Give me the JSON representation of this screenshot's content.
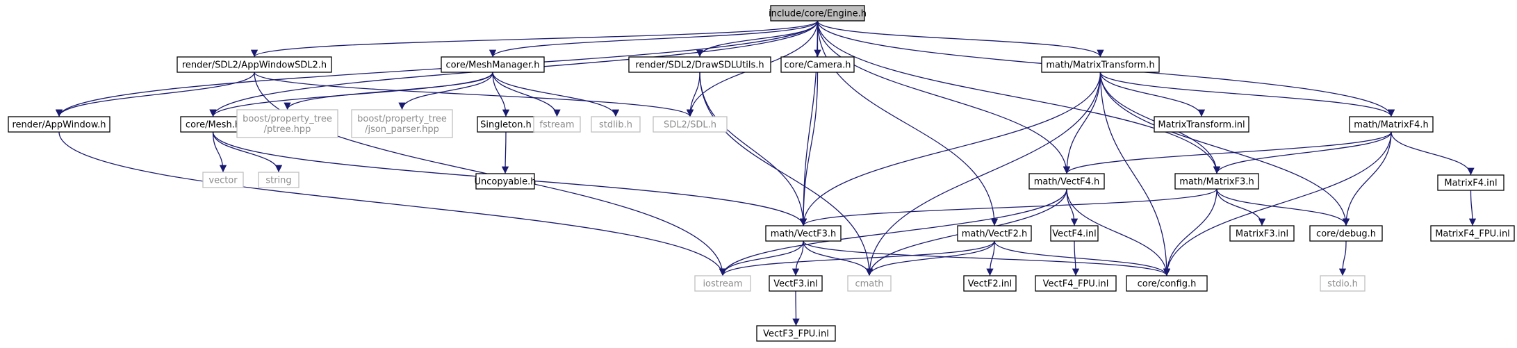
{
  "colors": {
    "edge": "#191970",
    "root_fill": "#bfbfbf",
    "system_border": "#bfbfbf",
    "system_text": "#8c8c8c"
  },
  "nodes": [
    {
      "id": "engine",
      "label": "include/core/Engine.h",
      "kind": "root"
    },
    {
      "id": "appwindowsdl2",
      "label": "render/SDL2/AppWindowSDL2.h",
      "kind": "local"
    },
    {
      "id": "meshmanager",
      "label": "core/MeshManager.h",
      "kind": "local"
    },
    {
      "id": "drawsdlutils",
      "label": "render/SDL2/DrawSDLUtils.h",
      "kind": "local"
    },
    {
      "id": "camera",
      "label": "core/Camera.h",
      "kind": "local"
    },
    {
      "id": "matrixtransform",
      "label": "math/MatrixTransform.h",
      "kind": "local"
    },
    {
      "id": "appwindow",
      "label": "render/AppWindow.h",
      "kind": "local"
    },
    {
      "id": "mesh",
      "label": "core/Mesh.h",
      "kind": "local"
    },
    {
      "id": "ptree",
      "label": "boost/property_tree\n/ptree.hpp",
      "kind": "system"
    },
    {
      "id": "json_parser",
      "label": "boost/property_tree\n/json_parser.hpp",
      "kind": "system"
    },
    {
      "id": "singleton",
      "label": "Singleton.h",
      "kind": "local"
    },
    {
      "id": "fstream",
      "label": "fstream",
      "kind": "system"
    },
    {
      "id": "stdlib",
      "label": "stdlib.h",
      "kind": "system"
    },
    {
      "id": "sdl",
      "label": "SDL2/SDL.h",
      "kind": "system"
    },
    {
      "id": "matrixtransform_inl",
      "label": "MatrixTransform.inl",
      "kind": "local"
    },
    {
      "id": "matrixf4",
      "label": "math/MatrixF4.h",
      "kind": "local"
    },
    {
      "id": "uncopyable",
      "label": "Uncopyable.h",
      "kind": "local"
    },
    {
      "id": "vector",
      "label": "vector",
      "kind": "system"
    },
    {
      "id": "string",
      "label": "string",
      "kind": "system"
    },
    {
      "id": "vectf4",
      "label": "math/VectF4.h",
      "kind": "local"
    },
    {
      "id": "matrixf3",
      "label": "math/MatrixF3.h",
      "kind": "local"
    },
    {
      "id": "matrixf4_inl",
      "label": "MatrixF4.inl",
      "kind": "local"
    },
    {
      "id": "vectf3",
      "label": "math/VectF3.h",
      "kind": "local"
    },
    {
      "id": "vectf2",
      "label": "math/VectF2.h",
      "kind": "local"
    },
    {
      "id": "vectf4_inl",
      "label": "VectF4.inl",
      "kind": "local"
    },
    {
      "id": "matrixf3_inl",
      "label": "MatrixF3.inl",
      "kind": "local"
    },
    {
      "id": "debug",
      "label": "core/debug.h",
      "kind": "local"
    },
    {
      "id": "matrixf4_fpu",
      "label": "MatrixF4_FPU.inl",
      "kind": "local"
    },
    {
      "id": "iostream",
      "label": "iostream",
      "kind": "system"
    },
    {
      "id": "vectf3_inl",
      "label": "VectF3.inl",
      "kind": "local"
    },
    {
      "id": "cmath",
      "label": "cmath",
      "kind": "system"
    },
    {
      "id": "vectf2_inl",
      "label": "VectF2.inl",
      "kind": "local"
    },
    {
      "id": "vectf4_fpu",
      "label": "VectF4_FPU.inl",
      "kind": "local"
    },
    {
      "id": "config",
      "label": "core/config.h",
      "kind": "local"
    },
    {
      "id": "stdio",
      "label": "stdio.h",
      "kind": "system"
    },
    {
      "id": "vectf3_fpu",
      "label": "VectF3_FPU.inl",
      "kind": "local"
    }
  ],
  "edges": [
    [
      "engine",
      "appwindowsdl2"
    ],
    [
      "engine",
      "meshmanager"
    ],
    [
      "engine",
      "drawsdlutils"
    ],
    [
      "engine",
      "camera"
    ],
    [
      "engine",
      "matrixtransform"
    ],
    [
      "engine",
      "appwindow"
    ],
    [
      "engine",
      "mesh"
    ],
    [
      "engine",
      "sdl"
    ],
    [
      "engine",
      "vectf3"
    ],
    [
      "engine",
      "vectf2"
    ],
    [
      "engine",
      "vectf4"
    ],
    [
      "engine",
      "matrixf3"
    ],
    [
      "engine",
      "matrixf4"
    ],
    [
      "appwindowsdl2",
      "appwindow"
    ],
    [
      "appwindowsdl2",
      "sdl"
    ],
    [
      "appwindowsdl2",
      "iostream"
    ],
    [
      "meshmanager",
      "mesh"
    ],
    [
      "meshmanager",
      "ptree"
    ],
    [
      "meshmanager",
      "json_parser"
    ],
    [
      "meshmanager",
      "singleton"
    ],
    [
      "meshmanager",
      "fstream"
    ],
    [
      "meshmanager",
      "stdlib"
    ],
    [
      "drawsdlutils",
      "sdl"
    ],
    [
      "drawsdlutils",
      "vectf3"
    ],
    [
      "drawsdlutils",
      "cmath"
    ],
    [
      "camera",
      "vectf3"
    ],
    [
      "matrixtransform",
      "matrixtransform_inl"
    ],
    [
      "matrixtransform",
      "matrixf4"
    ],
    [
      "matrixtransform",
      "vectf4"
    ],
    [
      "matrixtransform",
      "matrixf3"
    ],
    [
      "matrixtransform",
      "vectf3"
    ],
    [
      "matrixtransform",
      "cmath"
    ],
    [
      "matrixtransform",
      "config"
    ],
    [
      "matrixtransform",
      "debug"
    ],
    [
      "appwindow",
      "iostream"
    ],
    [
      "mesh",
      "vector"
    ],
    [
      "mesh",
      "string"
    ],
    [
      "mesh",
      "vectf3"
    ],
    [
      "singleton",
      "uncopyable"
    ],
    [
      "matrixf4",
      "vectf4"
    ],
    [
      "matrixf4",
      "matrixf3"
    ],
    [
      "matrixf4",
      "matrixf4_inl"
    ],
    [
      "matrixf4",
      "debug"
    ],
    [
      "matrixf4",
      "config"
    ],
    [
      "vectf4",
      "vectf4_inl"
    ],
    [
      "vectf4",
      "iostream"
    ],
    [
      "vectf4",
      "cmath"
    ],
    [
      "vectf4",
      "config"
    ],
    [
      "matrixf3",
      "vectf3"
    ],
    [
      "matrixf3",
      "matrixf3_inl"
    ],
    [
      "matrixf3",
      "debug"
    ],
    [
      "matrixf3",
      "config"
    ],
    [
      "matrixf4_inl",
      "matrixf4_fpu"
    ],
    [
      "vectf3",
      "iostream"
    ],
    [
      "vectf3",
      "vectf3_inl"
    ],
    [
      "vectf3",
      "cmath"
    ],
    [
      "vectf3",
      "config"
    ],
    [
      "vectf2",
      "iostream"
    ],
    [
      "vectf2",
      "cmath"
    ],
    [
      "vectf2",
      "vectf2_inl"
    ],
    [
      "vectf2",
      "config"
    ],
    [
      "vectf4_inl",
      "vectf4_fpu"
    ],
    [
      "debug",
      "stdio"
    ],
    [
      "vectf3_inl",
      "vectf3_fpu"
    ]
  ]
}
